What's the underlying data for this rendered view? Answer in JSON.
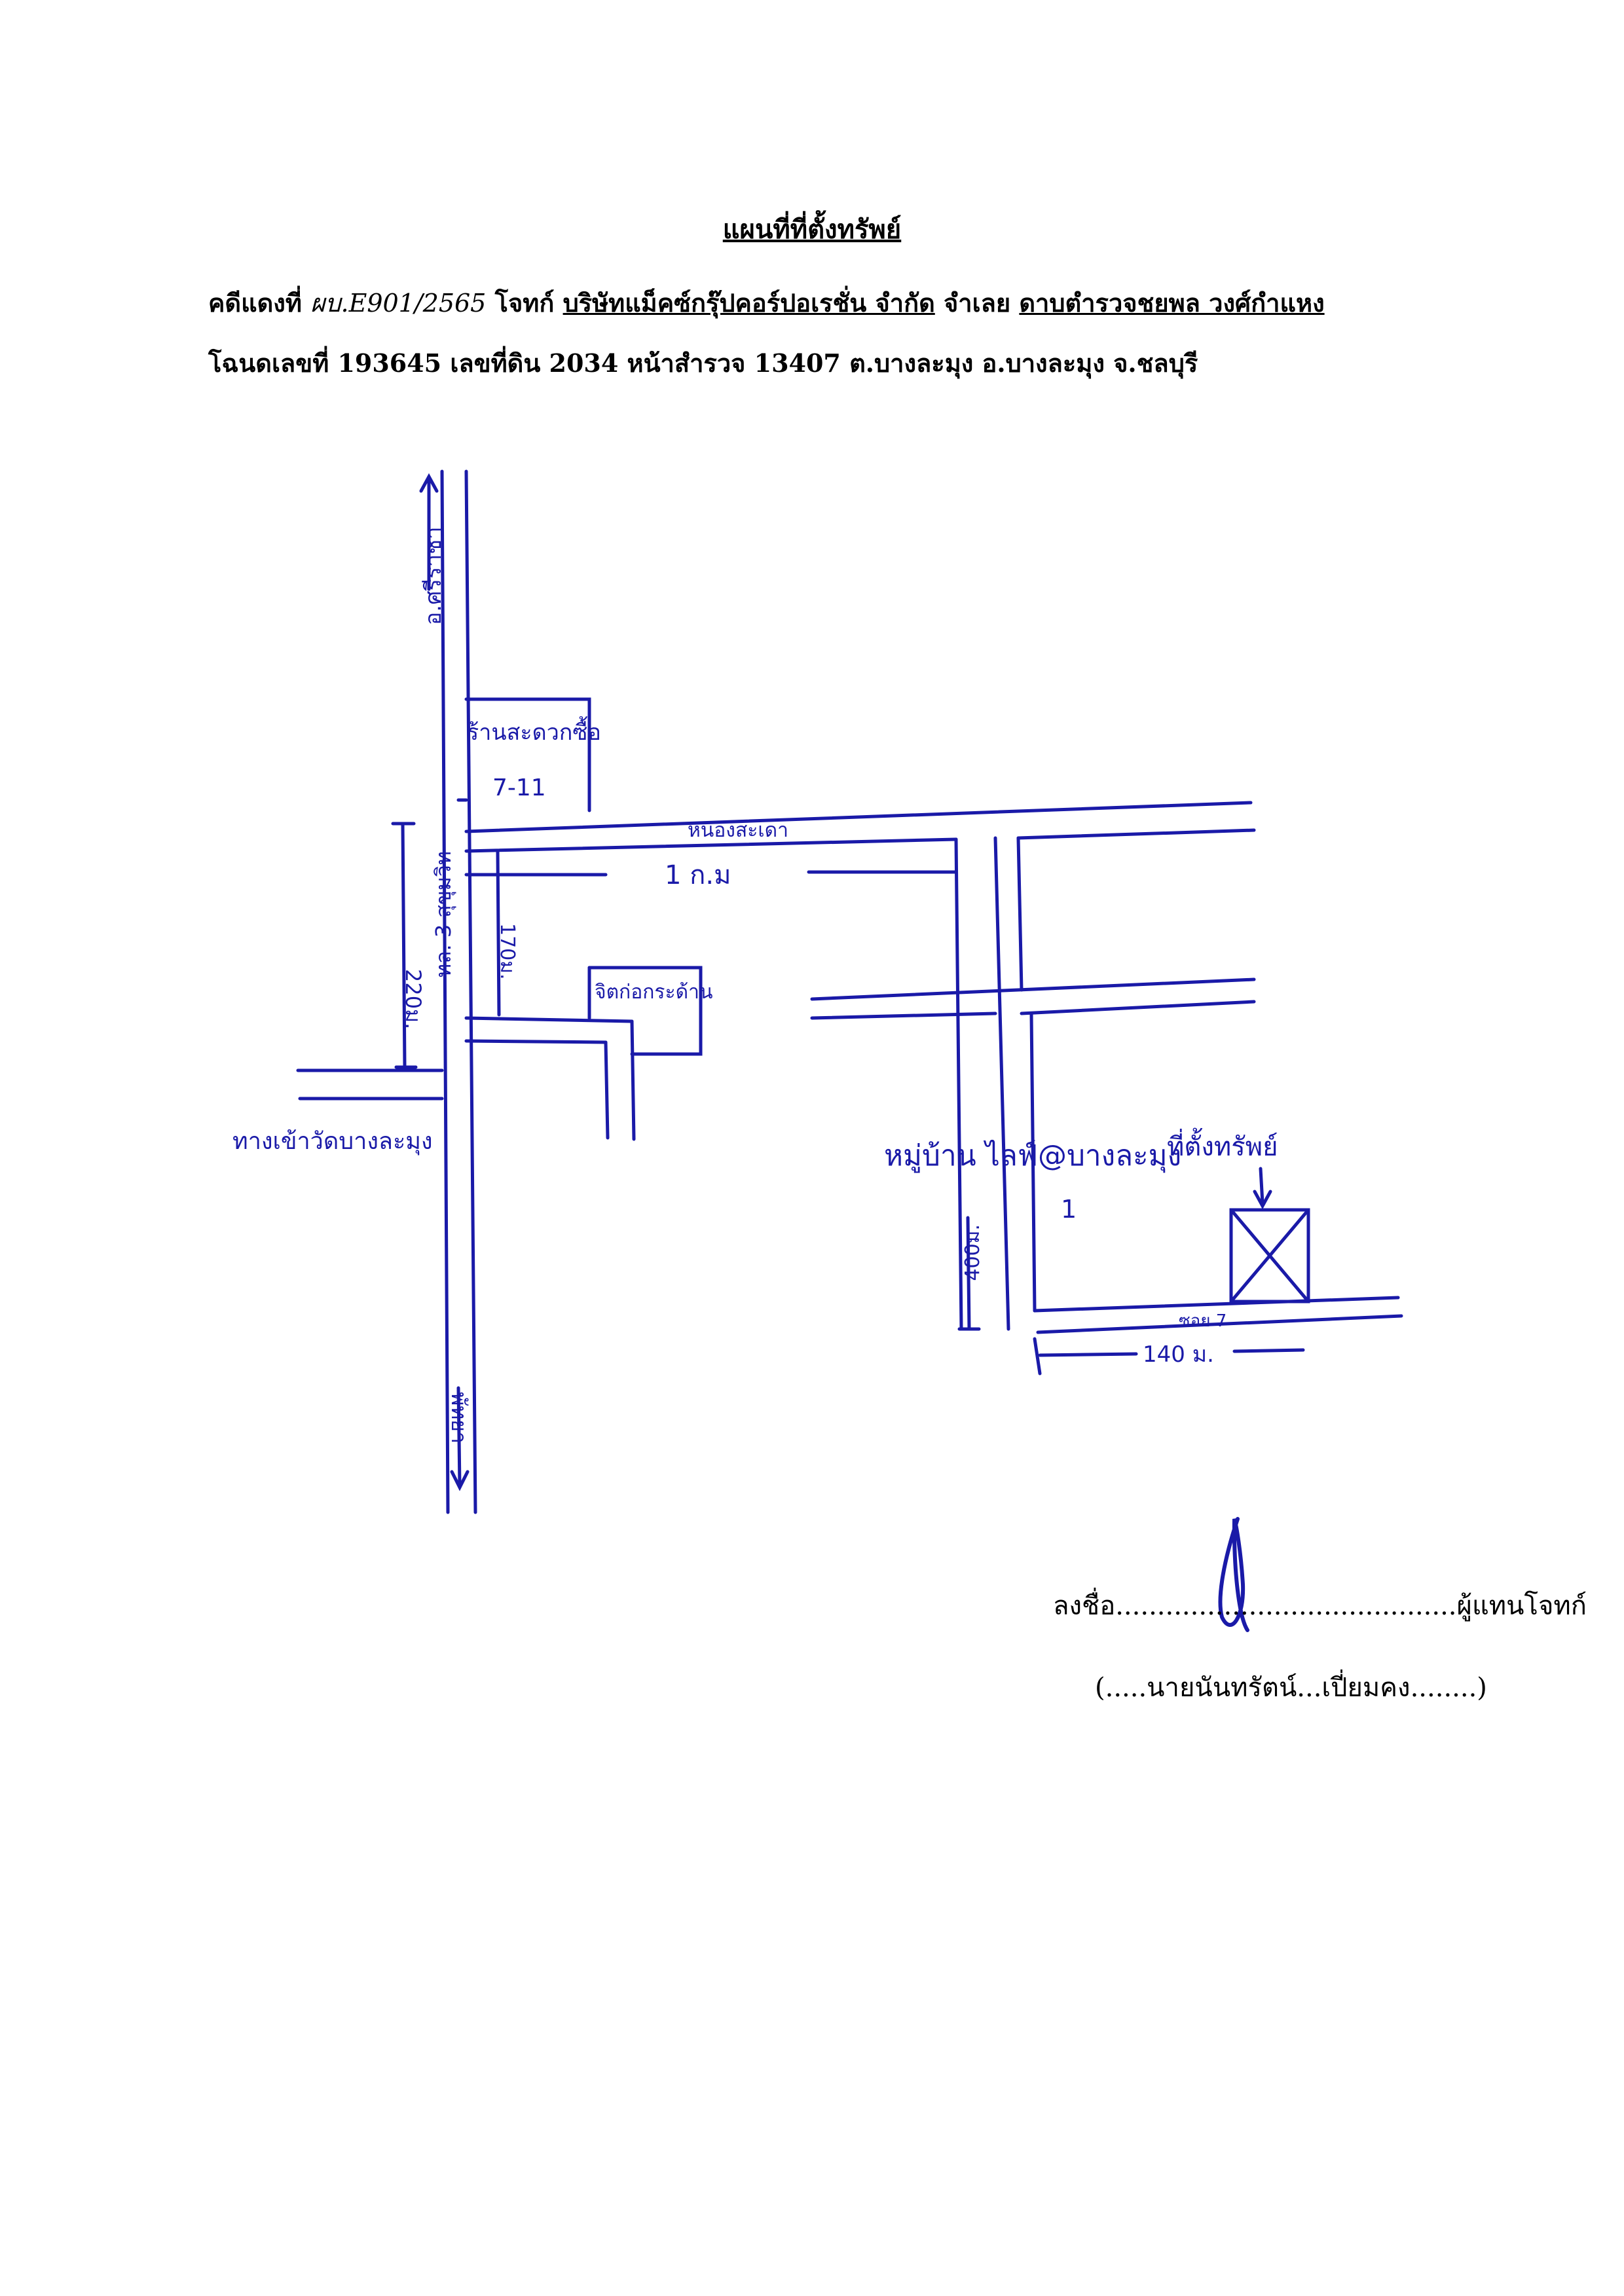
{
  "document": {
    "title": "แผนที่ที่ตั้งทรัพย์",
    "line1": {
      "case_label": "คดีแดงที่ ",
      "case_no": "ผบ.E901/2565",
      "plaintiff_label": " โจทก์ ",
      "plaintiff": "บริษัทแม็คซ์กรุ๊ปคอร์ปอเรชั่น จำกัด",
      "defendant_label": " จำเลย ",
      "defendant": "ดาบตำรวจชยพล วงศ์กำแหง"
    },
    "line2": "โฉนดเลขที่ 193645 เลขที่ดิน 2034 หน้าสำรวจ 13407 ต.บางละมุง อ.บางละมุง จ.ชลบุรี"
  },
  "map": {
    "road_north": "อ.ศรีราชา",
    "road_south": "พัทยา",
    "highway": "ทล. 3 สุขุมวิท",
    "store": "ร้านสะดวกซื้อ",
    "store_name": "7-11",
    "soi_main": "หนองสะเดา",
    "dist_1km": "1 ก.ม",
    "dist_220": "220ม.",
    "dist_170": "170ม.",
    "factory": "จิตก่อกระด้าน",
    "wat_road": "ทางเข้าวัดบางละมุง",
    "village": "หมู่บ้าน ไลฟ์@บางละมุง",
    "property": "ที่ตั้งทรัพย์",
    "lane_no": "1",
    "dist_400": "400ม.",
    "soi_7": "ซอย 7",
    "dist_140": "140 ม."
  },
  "signature": {
    "sign_line": "ลงชื่อ.........................................ผู้แทนโจทก์",
    "name_line": "(.....นายนันทรัตน์...เปี่ยมคง........)"
  },
  "colors": {
    "ink": "#1a1aa8",
    "text": "#000000"
  }
}
